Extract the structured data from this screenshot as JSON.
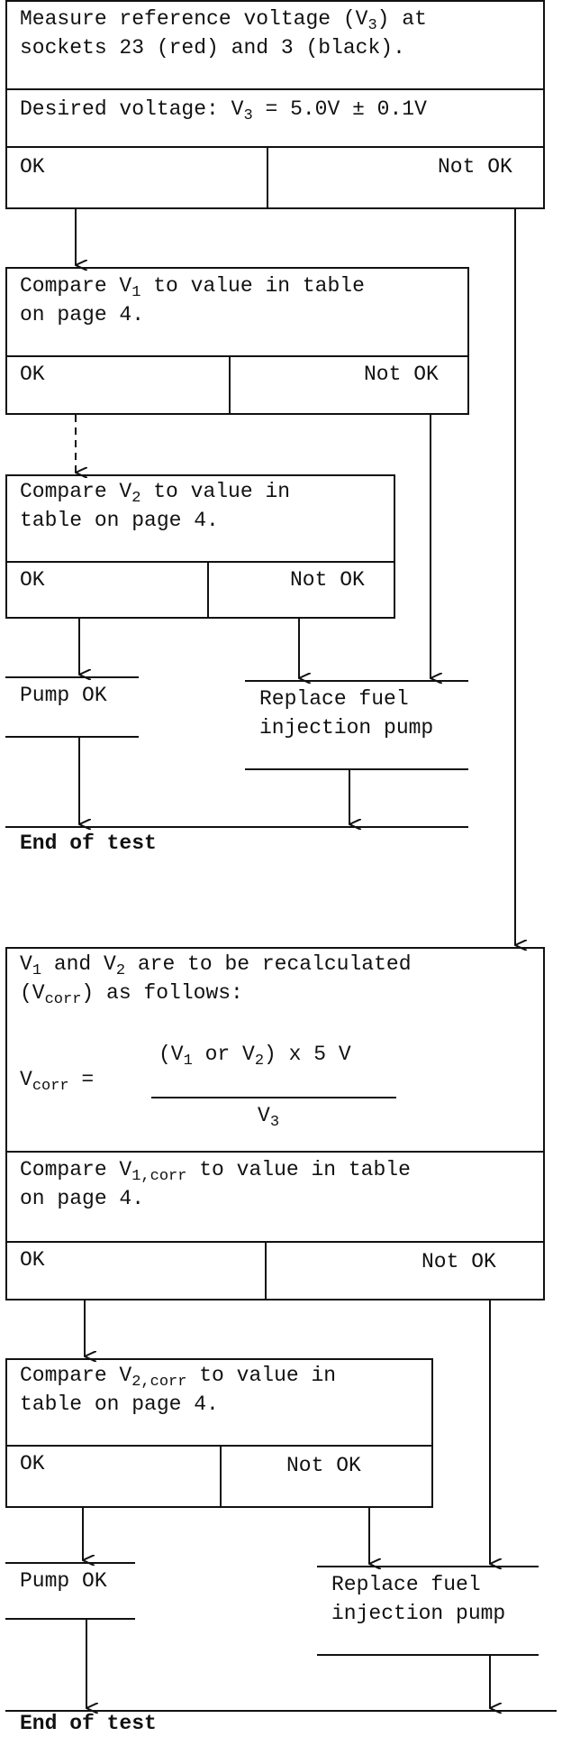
{
  "step1": {
    "instruction_line1": "Measure reference voltage (V",
    "instruction_sub": "3",
    "instruction_line1_end": ") at",
    "instruction_line2": "sockets 23 (red) and 3 (black).",
    "desired_prefix": "Desired voltage: V",
    "desired_sub": "3",
    "desired_suffix": " = 5.0V ± 0.1V",
    "ok": "OK",
    "not_ok": "Not OK"
  },
  "step2": {
    "compare_prefix": "Compare V",
    "compare_sub": "1",
    "compare_suffix": " to value in table",
    "compare_line2": "on page 4.",
    "ok": "OK",
    "not_ok": "Not OK"
  },
  "step3": {
    "compare_prefix": "Compare V",
    "compare_sub": "2",
    "compare_suffix": " to value in",
    "compare_line2": "table on page 4.",
    "ok": "OK",
    "not_ok": "Not OK"
  },
  "result_a": {
    "pump_ok": "Pump OK",
    "replace_line1": "Replace fuel",
    "replace_line2": "injection pump",
    "end": "End of test"
  },
  "step4": {
    "v1": "V",
    "v1_sub": "1",
    "line1_mid": " and V",
    "v2_sub": "2",
    "line1_end": " are to be recalculated",
    "line2_pre": "(V",
    "corr_sub": "corr",
    "line2_end": ") as follows:",
    "formula_lhs": "V",
    "formula_lhs_sub": "corr",
    "formula_eq": " =",
    "numerator_pre": "(V",
    "numerator_sub1": "1",
    "numerator_mid": " or V",
    "numerator_sub2": "2",
    "numerator_end": ") x 5 V",
    "denominator": "V",
    "denominator_sub": "3",
    "compare_prefix": "Compare V",
    "compare_sub": "1,corr",
    "compare_suffix": " to value in table",
    "compare_line2": "on page 4.",
    "ok": "OK",
    "not_ok": "Not OK"
  },
  "step5": {
    "compare_prefix": "Compare V",
    "compare_sub": "2,corr",
    "compare_suffix": " to value in",
    "compare_line2": "table on page 4.",
    "ok": "OK",
    "not_ok": "Not OK"
  },
  "result_b": {
    "pump_ok": "Pump OK",
    "replace_line1": "Replace fuel",
    "replace_line2": "injection pump",
    "end": "End of test"
  }
}
